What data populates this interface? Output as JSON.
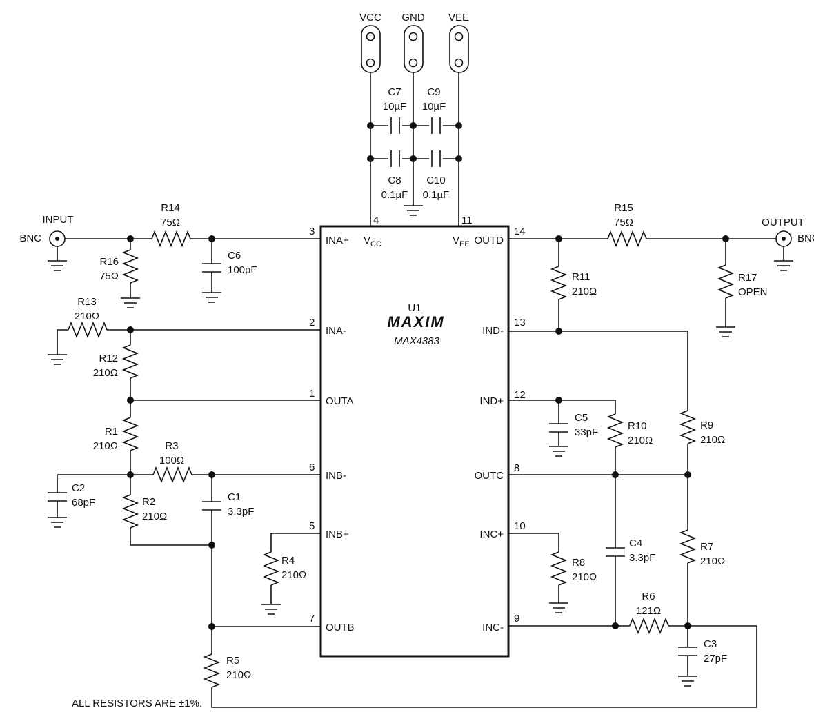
{
  "supply": {
    "vcc": "VCC",
    "gnd": "GND",
    "vee": "VEE"
  },
  "ic": {
    "ref": "U1",
    "logo": "MAXIM",
    "part": "MAX4383",
    "pins": {
      "p3": {
        "num": "3",
        "name": "INA+"
      },
      "p2": {
        "num": "2",
        "name": "INA-"
      },
      "p1": {
        "num": "1",
        "name": "OUTA"
      },
      "p6": {
        "num": "6",
        "name": "INB-"
      },
      "p5": {
        "num": "5",
        "name": "INB+"
      },
      "p7": {
        "num": "7",
        "name": "OUTB"
      },
      "p4": {
        "num": "4",
        "name_main": "V",
        "name_sub": "CC"
      },
      "p11": {
        "num": "11",
        "name_main": "V",
        "name_sub": "EE"
      },
      "p14": {
        "num": "14",
        "name": "OUTD"
      },
      "p13": {
        "num": "13",
        "name": "IND-"
      },
      "p12": {
        "num": "12",
        "name": "IND+"
      },
      "p8": {
        "num": "8",
        "name": "OUTC"
      },
      "p10": {
        "num": "10",
        "name": "INC+"
      },
      "p9": {
        "num": "9",
        "name": "INC-"
      }
    }
  },
  "connectors": {
    "input": {
      "label": "INPUT",
      "type": "BNC"
    },
    "output": {
      "label": "OUTPUT",
      "type": "BNC"
    }
  },
  "components": {
    "R14": {
      "ref": "R14",
      "value": "75Ω"
    },
    "R16": {
      "ref": "R16",
      "value": "75Ω"
    },
    "C6": {
      "ref": "C6",
      "value": "100pF"
    },
    "R13": {
      "ref": "R13",
      "value": "210Ω"
    },
    "R12": {
      "ref": "R12",
      "value": "210Ω"
    },
    "R1": {
      "ref": "R1",
      "value": "210Ω"
    },
    "R3": {
      "ref": "R3",
      "value": "100Ω"
    },
    "C2": {
      "ref": "C2",
      "value": "68pF"
    },
    "R2": {
      "ref": "R2",
      "value": "210Ω"
    },
    "C1": {
      "ref": "C1",
      "value": "3.3pF"
    },
    "R4": {
      "ref": "R4",
      "value": "210Ω"
    },
    "R5": {
      "ref": "R5",
      "value": "210Ω"
    },
    "C7": {
      "ref": "C7",
      "value": "10µF"
    },
    "C9": {
      "ref": "C9",
      "value": "10µF"
    },
    "C8": {
      "ref": "C8",
      "value": "0.1µF"
    },
    "C10": {
      "ref": "C10",
      "value": "0.1µF"
    },
    "R15": {
      "ref": "R15",
      "value": "75Ω"
    },
    "R17": {
      "ref": "R17",
      "value": "OPEN"
    },
    "R11": {
      "ref": "R11",
      "value": "210Ω"
    },
    "C5": {
      "ref": "C5",
      "value": "33pF"
    },
    "R10": {
      "ref": "R10",
      "value": "210Ω"
    },
    "R9": {
      "ref": "R9",
      "value": "210Ω"
    },
    "R8": {
      "ref": "R8",
      "value": "210Ω"
    },
    "C4": {
      "ref": "C4",
      "value": "3.3pF"
    },
    "R7": {
      "ref": "R7",
      "value": "210Ω"
    },
    "R6": {
      "ref": "R6",
      "value": "121Ω"
    },
    "C3": {
      "ref": "C3",
      "value": "27pF"
    }
  },
  "note": "ALL RESISTORS ARE ±1%."
}
